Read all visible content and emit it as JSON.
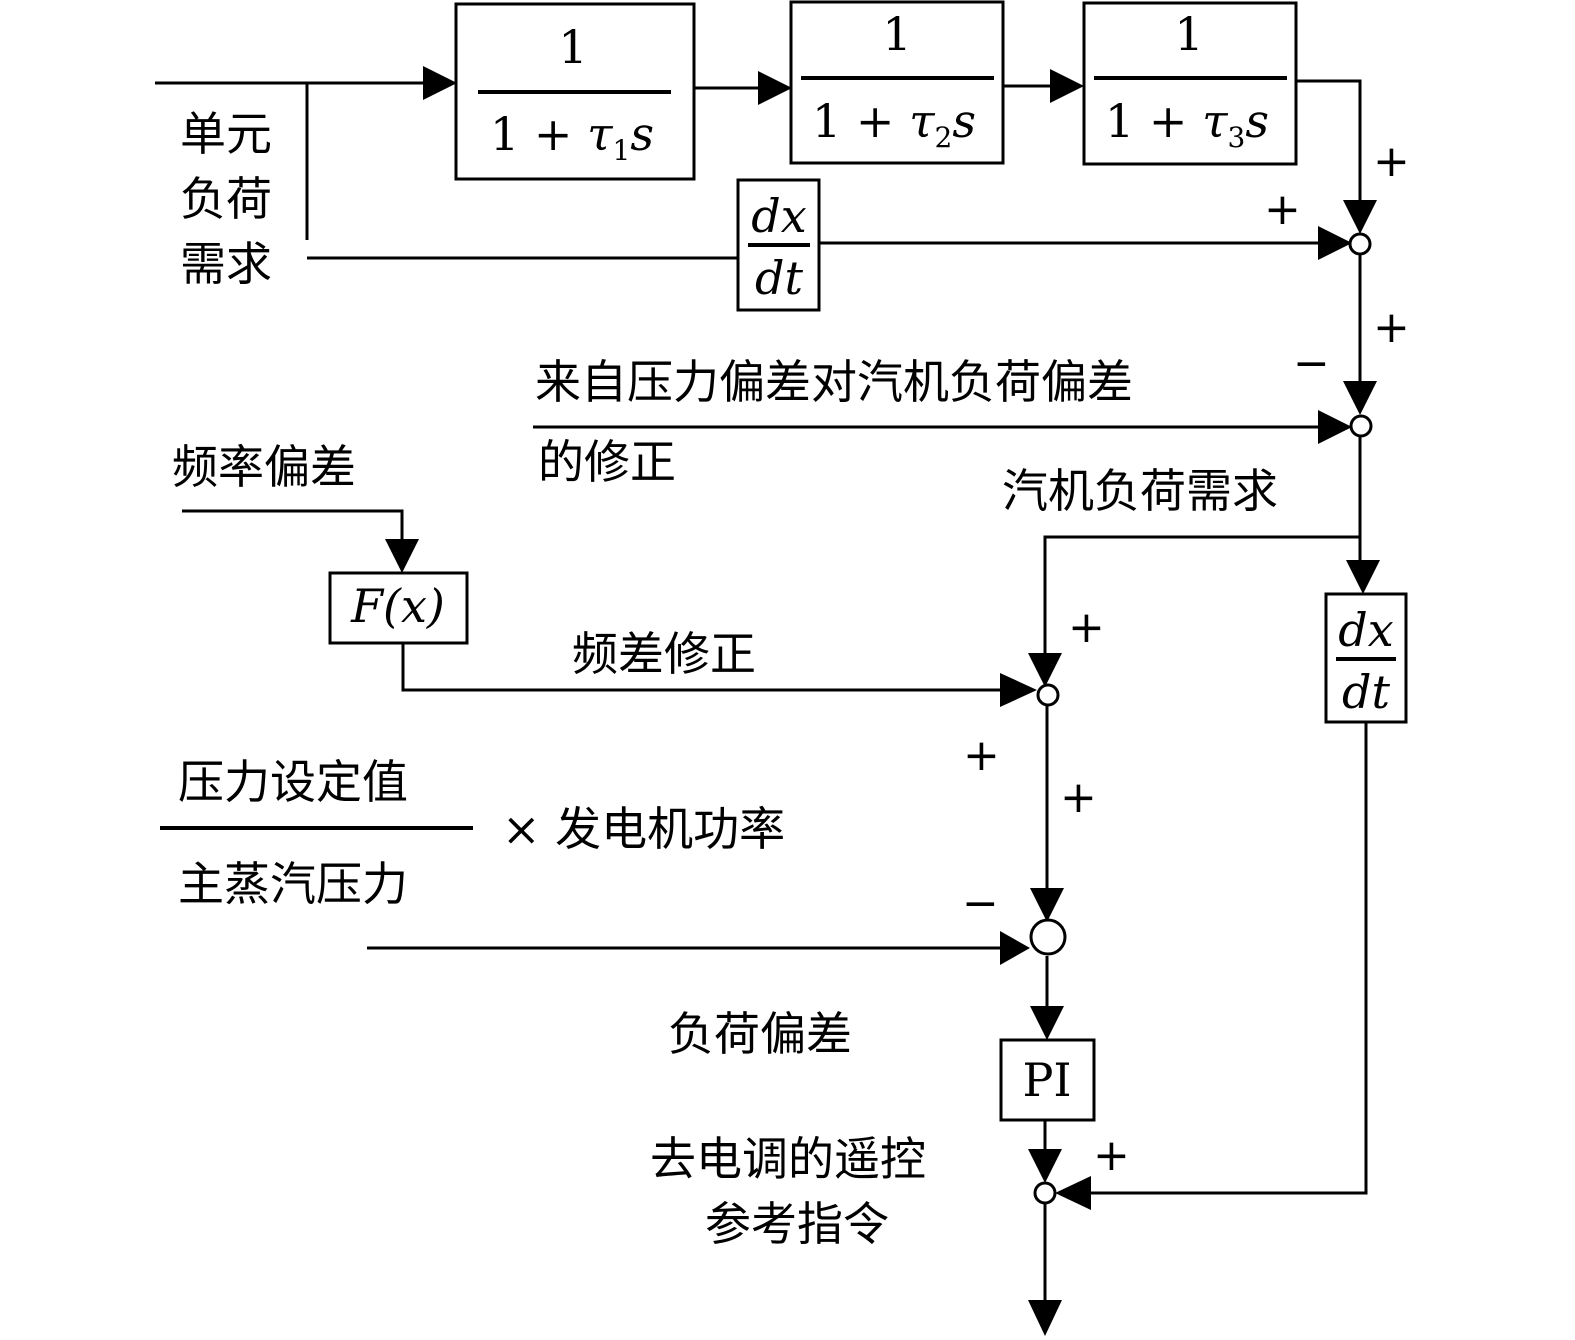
{
  "labels": {
    "unit_load_demand": [
      "单元",
      "负荷",
      "需求"
    ],
    "pressure_correction_line1": "来自压力偏差对汽机负荷偏差",
    "pressure_correction_line2": "的修正",
    "frequency_deviation": "频率偏差",
    "turbine_load_demand": "汽机负荷需求",
    "frequency_correction": "频差修正",
    "pressure_setpoint": "压力设定值",
    "main_steam_pressure": "主蒸汽压力",
    "times_generator_power": "× 发电机功率",
    "load_deviation": "负荷偏差",
    "remote_reference_line1": "去电调的遥控",
    "remote_reference_line2": "参考指令"
  },
  "blocks": {
    "lag1": {
      "num": "1",
      "den_prefix": "1 + ",
      "tau": "τ",
      "index": "1",
      "s": "s"
    },
    "lag2": {
      "num": "1",
      "den_prefix": "1 + ",
      "tau": "τ",
      "index": "2",
      "s": "s"
    },
    "lag3": {
      "num": "1",
      "den_prefix": "1 + ",
      "tau": "τ",
      "index": "3",
      "s": "s"
    },
    "deriv1": {
      "num": "dx",
      "den": "dt"
    },
    "deriv2": {
      "num": "dx",
      "den": "dt"
    },
    "func": "F(x)",
    "pi": "PI"
  },
  "signs": {
    "sj1_top": "+",
    "sj1_left": "+",
    "sj2_top": "+",
    "sj2_left": "−",
    "sj3_top": "+",
    "sj3_left": "+",
    "sj4_top": "+",
    "sj4_left": "−",
    "sj5_right": "+"
  }
}
